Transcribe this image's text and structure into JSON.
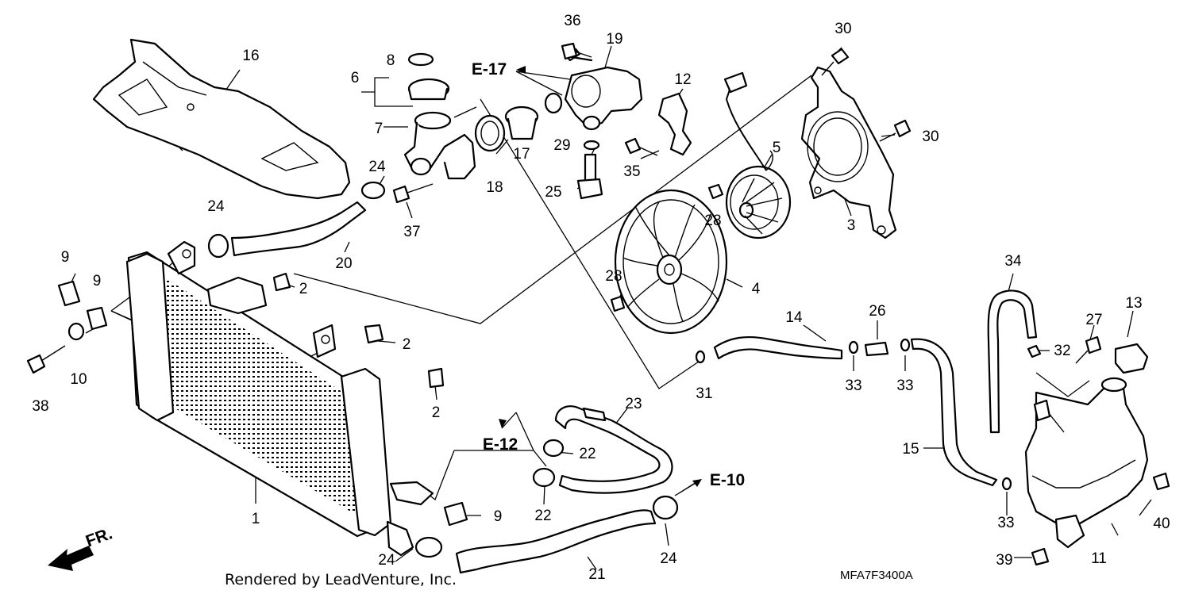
{
  "callouts": {
    "c1": "1",
    "c2a": "2",
    "c2b": "2",
    "c2c": "2",
    "c3": "3",
    "c4": "4",
    "c5": "5",
    "c6": "6",
    "c7": "7",
    "c8": "8",
    "c9a": "9",
    "c9b": "9",
    "c9c": "9",
    "c10": "10",
    "c11": "11",
    "c12": "12",
    "c13": "13",
    "c14": "14",
    "c15": "15",
    "c16": "16",
    "c17": "17",
    "c18": "18",
    "c19": "19",
    "c20": "20",
    "c21": "21",
    "c22a": "22",
    "c22b": "22",
    "c23": "23",
    "c24a": "24",
    "c24b": "24",
    "c24c": "24",
    "c24d": "24",
    "c25": "25",
    "c26": "26",
    "c27": "27",
    "c28a": "28",
    "c28b": "28",
    "c29": "29",
    "c30a": "30",
    "c30b": "30",
    "c31": "31",
    "c32": "32",
    "c33a": "33",
    "c33b": "33",
    "c33c": "33",
    "c34": "34",
    "c35": "35",
    "c36": "36",
    "c37": "37",
    "c38": "38",
    "c39": "39",
    "c40": "40"
  },
  "references": {
    "e17": "E-17",
    "e12": "E-12",
    "e10": "E-10"
  },
  "direction_label": "FR.",
  "footer": {
    "credit": "Rendered by LeadVenture, Inc.",
    "diagram_code": "MFA7F3400A"
  }
}
